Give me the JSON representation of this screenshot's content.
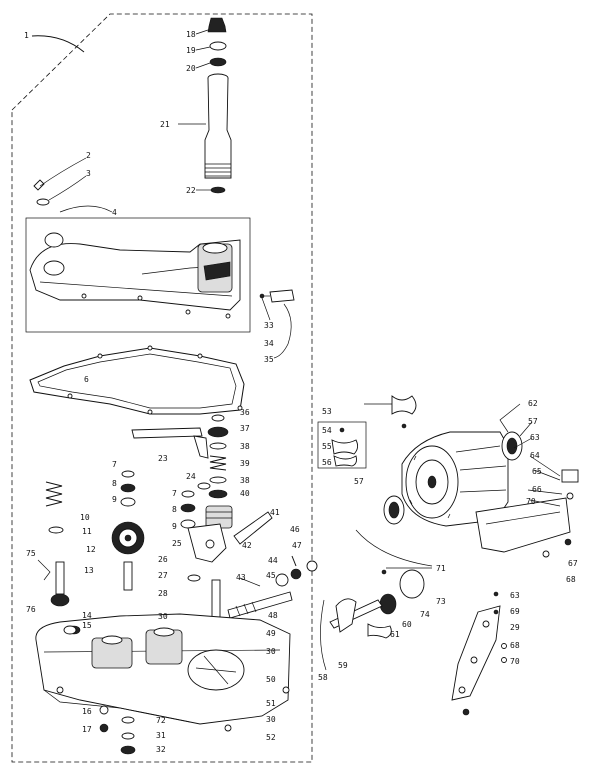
{
  "diagram": {
    "callouts": [
      {
        "id": "c1",
        "label": "1"
      },
      {
        "id": "c18",
        "label": "18"
      },
      {
        "id": "c19",
        "label": "19"
      },
      {
        "id": "c20",
        "label": "20"
      },
      {
        "id": "c21",
        "label": "21"
      },
      {
        "id": "c22",
        "label": "22"
      },
      {
        "id": "c2",
        "label": "2"
      },
      {
        "id": "c3",
        "label": "3"
      },
      {
        "id": "c4",
        "label": "4"
      },
      {
        "id": "c33",
        "label": "33"
      },
      {
        "id": "c34",
        "label": "34"
      },
      {
        "id": "c35",
        "label": "35"
      },
      {
        "id": "c6",
        "label": "6"
      },
      {
        "id": "c36",
        "label": "36"
      },
      {
        "id": "c37",
        "label": "37"
      },
      {
        "id": "c23",
        "label": "23"
      },
      {
        "id": "c38a",
        "label": "38"
      },
      {
        "id": "c39",
        "label": "39"
      },
      {
        "id": "c7a",
        "label": "7"
      },
      {
        "id": "c24",
        "label": "24"
      },
      {
        "id": "c38b",
        "label": "38"
      },
      {
        "id": "c40",
        "label": "40"
      },
      {
        "id": "c8a",
        "label": "8"
      },
      {
        "id": "c7b",
        "label": "7"
      },
      {
        "id": "c9a",
        "label": "9"
      },
      {
        "id": "c8b",
        "label": "8"
      },
      {
        "id": "c10",
        "label": "10"
      },
      {
        "id": "c9b",
        "label": "9"
      },
      {
        "id": "c41",
        "label": "41"
      },
      {
        "id": "c11",
        "label": "11"
      },
      {
        "id": "c46",
        "label": "46"
      },
      {
        "id": "c25",
        "label": "25"
      },
      {
        "id": "c42",
        "label": "42"
      },
      {
        "id": "c12",
        "label": "12"
      },
      {
        "id": "c26",
        "label": "26"
      },
      {
        "id": "c47",
        "label": "47"
      },
      {
        "id": "c44",
        "label": "44"
      },
      {
        "id": "c75",
        "label": "75"
      },
      {
        "id": "c13",
        "label": "13"
      },
      {
        "id": "c27",
        "label": "27"
      },
      {
        "id": "c45",
        "label": "45"
      },
      {
        "id": "c43",
        "label": "43"
      },
      {
        "id": "c28",
        "label": "28"
      },
      {
        "id": "c76",
        "label": "76"
      },
      {
        "id": "c14",
        "label": "14"
      },
      {
        "id": "c48",
        "label": "48"
      },
      {
        "id": "c30a",
        "label": "30"
      },
      {
        "id": "c15",
        "label": "15"
      },
      {
        "id": "c49",
        "label": "49"
      },
      {
        "id": "c30b",
        "label": "30"
      },
      {
        "id": "c50",
        "label": "50"
      },
      {
        "id": "c51",
        "label": "51"
      },
      {
        "id": "c16",
        "label": "16"
      },
      {
        "id": "c72",
        "label": "72"
      },
      {
        "id": "c30c",
        "label": "30"
      },
      {
        "id": "c17",
        "label": "17"
      },
      {
        "id": "c31",
        "label": "31"
      },
      {
        "id": "c52",
        "label": "52"
      },
      {
        "id": "c32",
        "label": "32"
      },
      {
        "id": "c53",
        "label": "53"
      },
      {
        "id": "c62",
        "label": "62"
      },
      {
        "id": "c57a",
        "label": "57"
      },
      {
        "id": "c54",
        "label": "54"
      },
      {
        "id": "c63a",
        "label": "63"
      },
      {
        "id": "c55",
        "label": "55"
      },
      {
        "id": "c56",
        "label": "56"
      },
      {
        "id": "c64",
        "label": "64"
      },
      {
        "id": "c65",
        "label": "65"
      },
      {
        "id": "c66",
        "label": "66"
      },
      {
        "id": "c70a",
        "label": "70"
      },
      {
        "id": "c57b",
        "label": "57"
      },
      {
        "id": "c67",
        "label": "67"
      },
      {
        "id": "c68",
        "label": "68"
      },
      {
        "id": "c71",
        "label": "71"
      },
      {
        "id": "c73",
        "label": "73"
      },
      {
        "id": "c74",
        "label": "74"
      },
      {
        "id": "c60",
        "label": "60"
      },
      {
        "id": "c61",
        "label": "61"
      },
      {
        "id": "c58",
        "label": "58"
      },
      {
        "id": "c59",
        "label": "59"
      },
      {
        "id": "c63b",
        "label": "63"
      },
      {
        "id": "c69",
        "label": "69"
      },
      {
        "id": "c29",
        "label": "29"
      },
      {
        "id": "c68b",
        "label": "68"
      },
      {
        "id": "c70b",
        "label": "70"
      }
    ]
  }
}
